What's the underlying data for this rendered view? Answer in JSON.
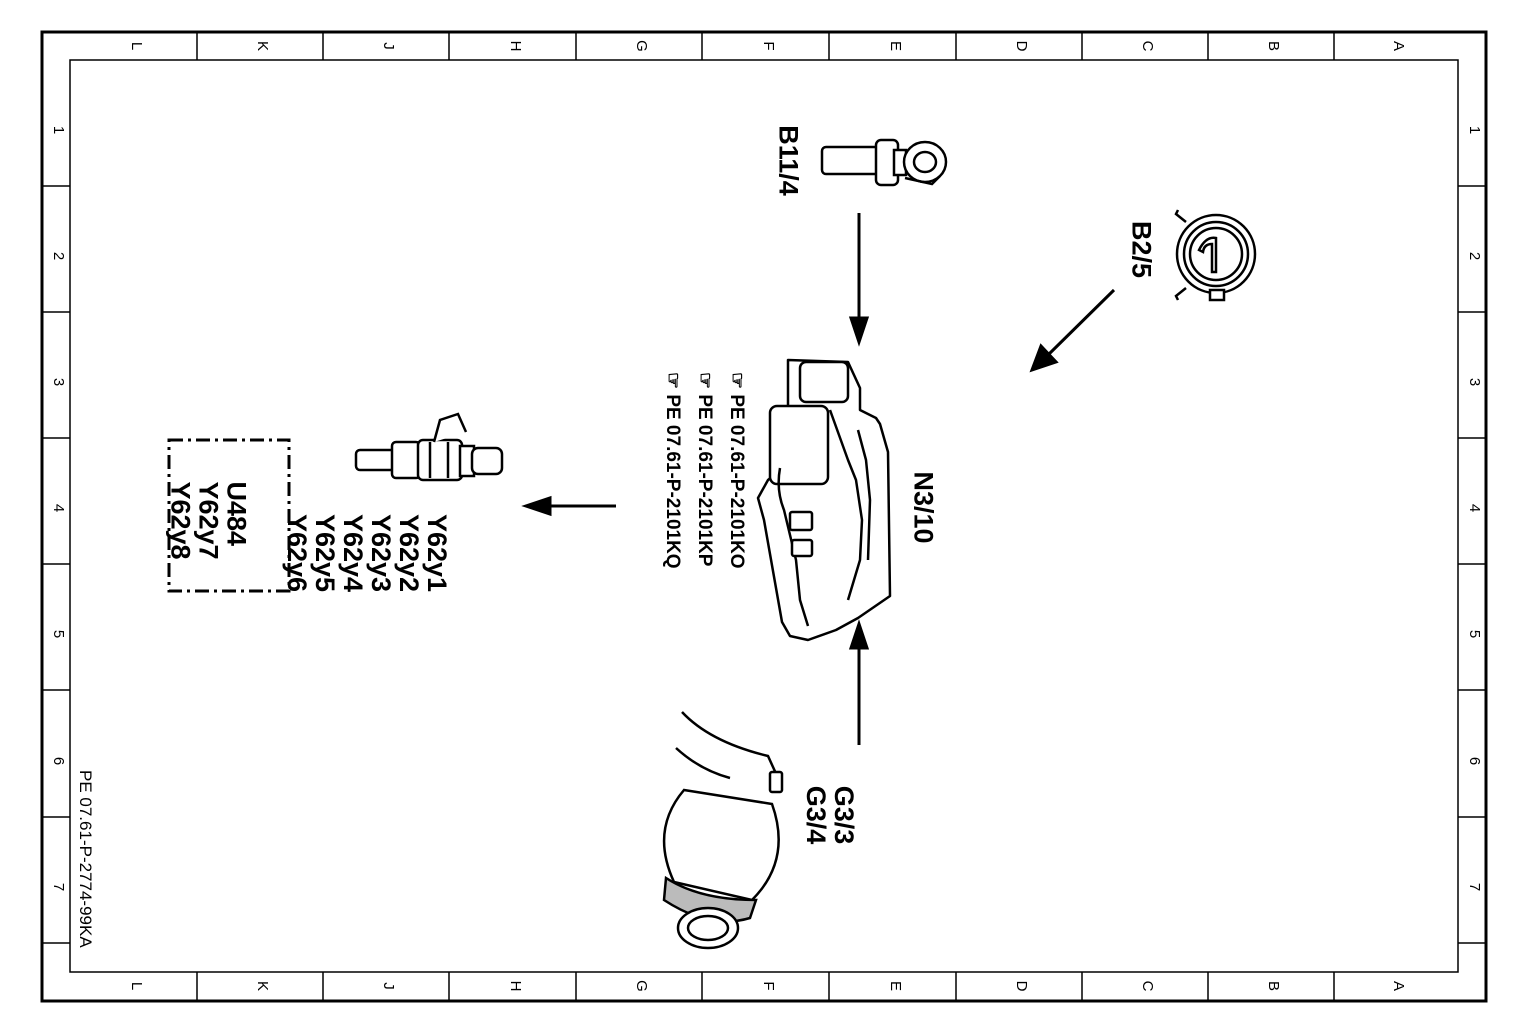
{
  "frame": {
    "columns": [
      "L",
      "K",
      "J",
      "H",
      "G",
      "F",
      "E",
      "D",
      "C",
      "B",
      "A"
    ],
    "rows": [
      "1",
      "2",
      "3",
      "4",
      "5",
      "6",
      "7"
    ]
  },
  "components": {
    "b11_4": "B11/4",
    "b2_5": "B2/5",
    "n3_10": "N3/10",
    "g3": "G3/3\nG3/4",
    "injectors": "Y62y1\nY62y2\nY62y3\nY62y4\nY62y5\nY62y6",
    "u484": "U484\nY62y7\nY62y8"
  },
  "references": [
    "PE 07.61-P-2101KO",
    "PE 07.61-P-2101KP",
    "PE 07.61-P-2101KQ"
  ],
  "document_id": "PE 07.61-P-2774-99KA",
  "icons": {
    "reference_marker": "pointing-hand-icon"
  }
}
